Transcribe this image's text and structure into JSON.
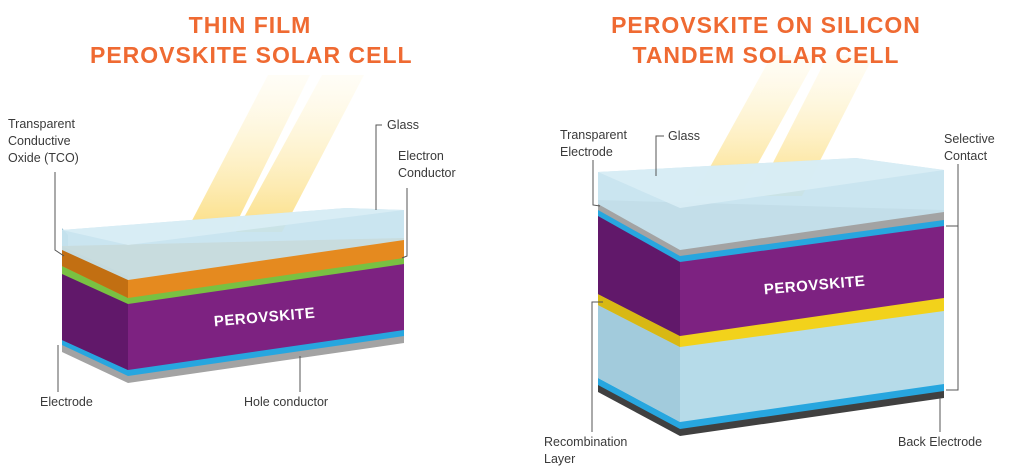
{
  "left": {
    "title_line1": "THIN FILM",
    "title_line2": "PEROVSKITE SOLAR CELL",
    "layer_text": "PEROVSKITE",
    "labels": {
      "tco": [
        "Transparent",
        "Conductive",
        "Oxide (TCO)"
      ],
      "glass": "Glass",
      "electron": [
        "Electron",
        "Conductor"
      ],
      "electrode": "Electrode",
      "hole": "Hole conductor"
    }
  },
  "right": {
    "title_line1": "PEROVSKITE ON SILICON",
    "title_line2": "TANDEM SOLAR CELL",
    "layer_text": "PEROVSKITE",
    "labels": {
      "transparent_electrode": [
        "Transparent",
        "Electrode"
      ],
      "glass": "Glass",
      "selective": [
        "Selective",
        "Contact"
      ],
      "recombination": [
        "Recombination",
        "Layer"
      ],
      "back_electrode": "Back Electrode"
    }
  },
  "colors": {
    "title": "#ef6a32",
    "glass": "#c5e3ef",
    "perovskite": "#7d2281",
    "tco": "#e58a1f",
    "electron_conductor": "#79c142",
    "hole_conductor": "#27a6df",
    "electrode": "#9c9c9c",
    "recombination": "#f2d21b",
    "silicon": "#b6dbe9",
    "back_electrode": "#404040",
    "sunlight": "#fbe08a"
  }
}
